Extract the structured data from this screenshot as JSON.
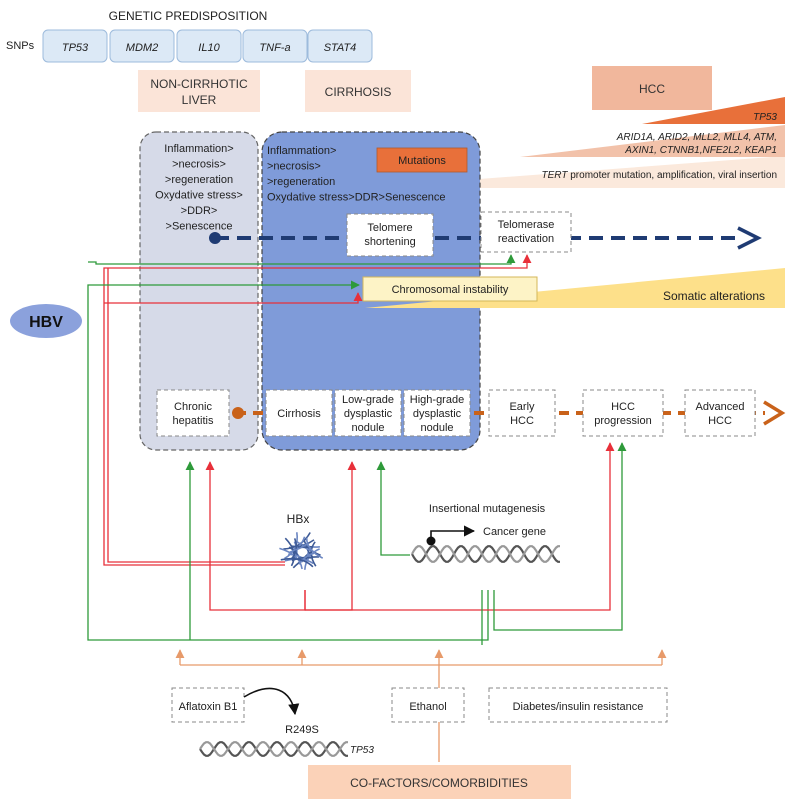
{
  "genetic": {
    "title": "GENETIC PREDISPOSITION",
    "snps_label": "SNPs",
    "genes": [
      "TP53",
      "MDM2",
      "IL10",
      "TNF-a",
      "STAT4"
    ]
  },
  "stages": {
    "non_cirrhotic": [
      "NON-CIRRHOTIC",
      "LIVER"
    ],
    "cirrhosis": "CIRRHOSIS",
    "hcc": "HCC"
  },
  "mutations": {
    "label": "Mutations",
    "tp53": "TP53",
    "genes_line1": "ARID1A, ARID2, MLL2, MLL4, ATM,",
    "genes_line2": "AXIN1, CTNNB1,NFE2L2, KEAP1",
    "tert_italic": "TERT",
    "tert_rest": " promoter mutation, amplification, viral insertion"
  },
  "non_cirrhotic_panel": [
    "Inflammation>",
    ">necrosis>",
    ">regeneration",
    "Oxydative stress>",
    ">DDR>",
    ">Senescence"
  ],
  "cirrhosis_panel": [
    "Inflammation>",
    ">necrosis>",
    ">regeneration",
    "Oxydative stress>DDR>Senescence"
  ],
  "telomere": {
    "shortening": [
      "Telomere",
      "shortening"
    ],
    "reactivation": [
      "Telomerase",
      "reactivation"
    ]
  },
  "instability": {
    "chromosomal": "Chromosomal instability",
    "somatic": "Somatic alterations"
  },
  "hbv": "HBV",
  "progression": {
    "chronic_hepatitis": [
      "Chronic",
      "hepatitis"
    ],
    "cirrhosis": [
      "Cirrhosis"
    ],
    "low_grade": [
      "Low-grade",
      "dysplastic",
      "nodule"
    ],
    "high_grade": [
      "High-grade",
      "dysplastic",
      "nodule"
    ],
    "early_hcc": [
      "Early",
      "HCC"
    ],
    "hcc_progression": [
      "HCC",
      "progression"
    ],
    "advanced_hcc": [
      "Advanced",
      "HCC"
    ]
  },
  "hbx": "HBx",
  "insertional": {
    "title": "Insertional mutagenesis",
    "cancer_gene": "Cancer gene"
  },
  "cofactors": {
    "aflatoxin": "Aflatoxin B1",
    "r249s": "R249S",
    "tp53": "TP53",
    "ethanol": "Ethanol",
    "diabetes": "Diabetes/insulin resistance",
    "title": "CO-FACTORS/COMORBIDITIES"
  },
  "colors": {
    "gene_box": "#dce9f6",
    "gene_border": "#9dbbdc",
    "stage_fill": "#fbe4d8",
    "hcc_fill": "#f1b79c",
    "mutations_fill": "#e8703a",
    "wedge_tp53": "#e8703a",
    "wedge_genes": "#f2c2aa",
    "wedge_tert": "#fbe9dc",
    "non_cirrhotic_panel": "#d6dae8",
    "cirrhosis_panel": "#7f9bd9",
    "telomere_arrow": "#1f3b73",
    "progression_arrow": "#c9621a",
    "somatic_wedge": "#fde08a",
    "chromosomal_fill": "#fdf3c6",
    "hbv_fill": "#8ba1dc",
    "red": "#e8303a",
    "green": "#2e9a3a",
    "cofactor_orange": "#e79a6a",
    "cofactor_fill": "#fbd2b8"
  }
}
